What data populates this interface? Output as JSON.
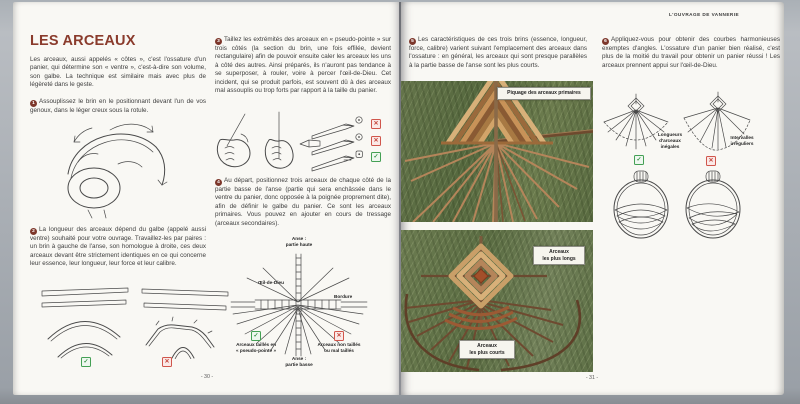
{
  "running_header": "L'OUVRAGE DE VANNERIE",
  "marks": {
    "check": "✓",
    "cross": "✕"
  },
  "left_page": {
    "title": "LES ARCEAUX",
    "intro": "Les arceaux, aussi appelés « côtes », c'est l'ossature d'un panier, qui détermine son « ventre », c'est-à-dire son volume, son galbe. La technique est similaire mais avec plus de légèreté dans le geste.",
    "steps": {
      "s1": {
        "num": "1",
        "text": "Assouplissez le brin en le positionnant devant l'un de vos genoux, dans le léger creux sous la rotule."
      },
      "s2": {
        "num": "2",
        "text": "La longueur des arceaux dépend du galbe (appelé aussi ventre) souhaité pour votre ouvrage. Travaillez-les par paires : un brin à gauche de l'anse, son homologue à droite, ces deux arceaux devant être strictement identiques en ce qui concerne leur essence, leur longueur, leur force et leur calibre."
      },
      "s3": {
        "num": "3",
        "text": "Taillez les extrémités des arceaux en « pseudo-pointe » sur trois côtés (la section du brin, une fois effilée, devient rectangulaire) afin de pouvoir ensuite caler les arceaux les uns à côté des autres. Ainsi préparés, ils n'auront pas tendance à se superposer, à rouler, voire à percer l'œil-de-Dieu. Cet incident, qui se produit parfois, est souvent dû à des arceaux mal assouplis ou trop forts par rapport à la taille du panier."
      },
      "s4": {
        "num": "4",
        "text": "Au départ, positionnez trois arceaux de chaque côté de la partie basse de l'anse (partie qui sera enchâssée dans le ventre du panier, donc opposée à la poignée proprement dite), afin de définir le galbe du panier. Ce sont les arceaux primaires. Vous pouvez en ajouter en cours de tressage (arceaux secondaires)."
      }
    },
    "ossature_labels": {
      "anse_haute": "Anse :\npartie haute",
      "oeil_de_dieu": "Œil-de-Dieu",
      "bordure": "Bordure",
      "good": "Arceaux taillés en\n« pseudo-pointe »",
      "bad": "Arceaux non taillés\nou mal taillés",
      "anse_basse": "Anse :\npartie basse"
    },
    "page_number": "- 30 -"
  },
  "right_page": {
    "steps": {
      "s5": {
        "num": "5",
        "text": "Les caractéristiques de ces trois brins (essence, longueur, force, calibre) varient suivant l'emplacement des arceaux dans l'ossature : en général, les arceaux qui sont presque parallèles à la partie basse de l'anse sont les plus courts."
      },
      "s6": {
        "num": "6",
        "text": "Appliquez-vous pour obtenir des courbes harmonieuses exemptes d'angles. L'ossature d'un panier bien réalisé, c'est plus de la moitié du travail pour obtenir un panier réussi ! Les arceaux prennent appui sur l'œil-de-Dieu."
      }
    },
    "photo1_caption": "Piquage des arceaux primaires",
    "photo2_caption_top": "Arceaux\nles plus longs",
    "photo2_caption_bottom": "Arceaux\nles plus courts",
    "fan_label_left": "Longueurs\nd'arceaux\ninégales",
    "fan_label_right": "Intervalles\nirréguliers",
    "page_number": "- 31 -"
  },
  "colors": {
    "title_red": "#8a3b2c",
    "bullet_red": "#7d372b",
    "check_green": "#2f8e3f",
    "cross_red": "#c4453a"
  }
}
